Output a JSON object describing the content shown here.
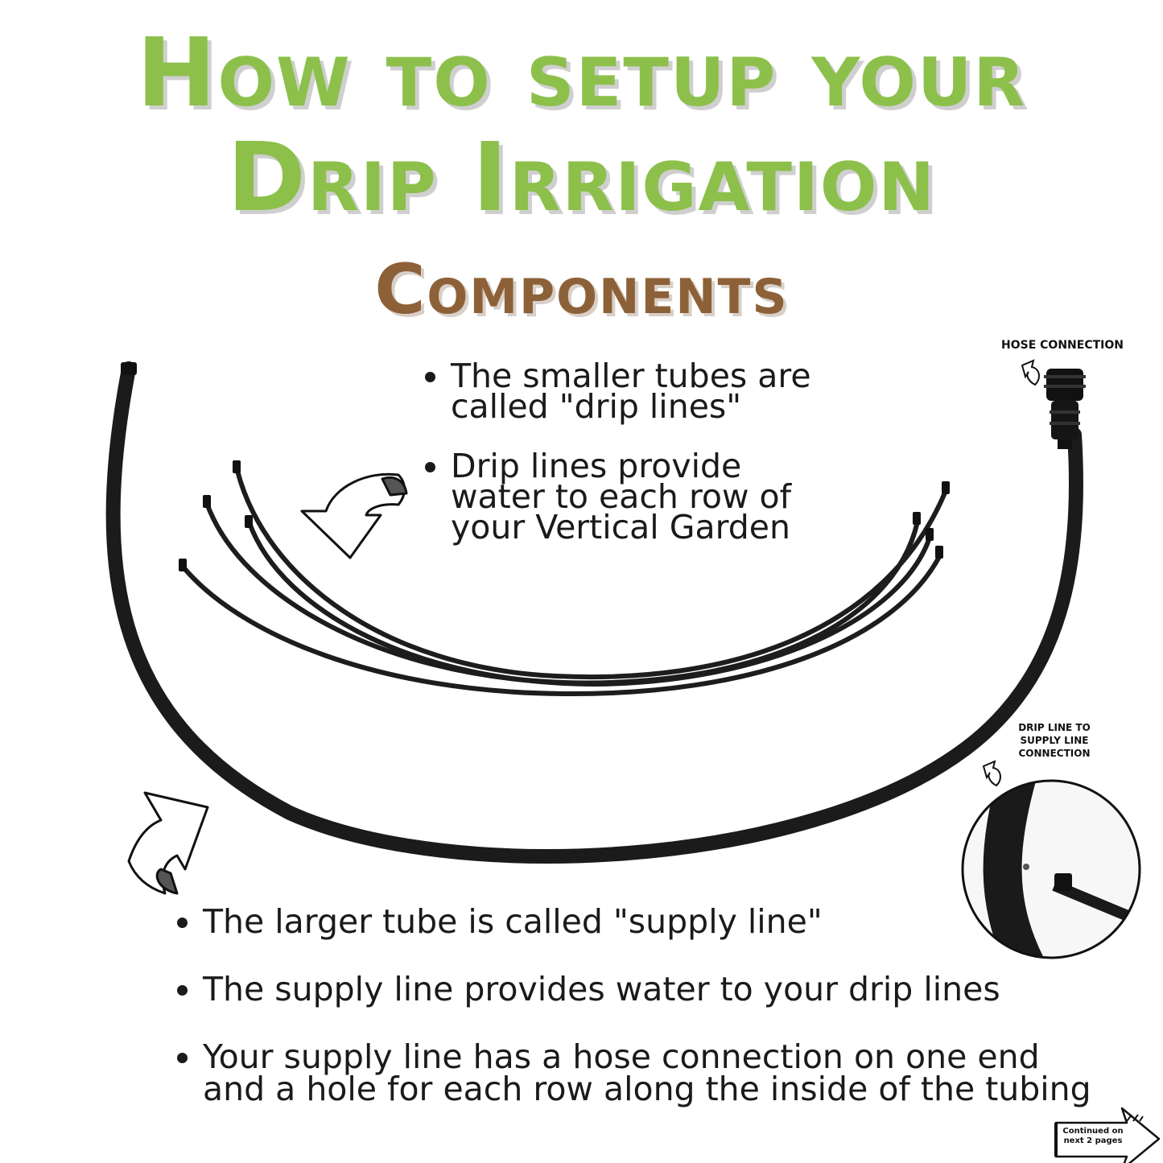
{
  "title": {
    "line1": "How to setup your",
    "line2": "Drip Irrigation",
    "subtitle": "Components"
  },
  "labels": {
    "hose_connection": "Hose Connection",
    "drip_to_supply": "Drip line to supply line connection",
    "continued": "Continued on next 2 pages"
  },
  "top_bullets": [
    "The smaller  tubes are called \"drip lines\"",
    "Drip lines provide water to each row of your Vertical Garden"
  ],
  "bottom_bullets": [
    "The larger tube is called \"supply line\"",
    "The supply line provides water to your drip lines",
    "Your supply line has a hose connection on one end and a hole for each row along the inside of the tubing"
  ],
  "icons": [
    "curved-arrow-icon",
    "small-arrow-icon",
    "continue-arrow-icon"
  ],
  "colors": {
    "title_green": "#8cc04b",
    "subtitle_brown": "#8d6138",
    "tube_black": "#1b1b1b"
  }
}
